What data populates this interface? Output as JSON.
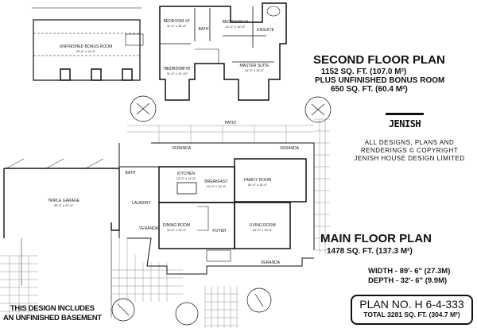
{
  "second_floor": {
    "title": "SECOND FLOOR PLAN",
    "area": "1152 SQ. FT. (107.0 M²)",
    "bonus_line": "PLUS UNFINISHED BONUS ROOM",
    "bonus_area": "650 SQ. FT. (60.4 M²)",
    "rooms": [
      {
        "name": "UNFINISHED BONUS ROOM",
        "dim": "22'-0\" x 14'-0\""
      },
      {
        "name": "BEDROOM #3",
        "dim": "11'-4\" x 10'-8\""
      },
      {
        "name": "BEDROOM #4",
        "dim": "11'-0\" x 10'-8\""
      },
      {
        "name": "BEDROOM #2",
        "dim": "11'-4\" x 11'-10\""
      },
      {
        "name": "MASTER SUITE",
        "dim": "14'-0\" x 14'-0\""
      },
      {
        "name": "BATH",
        "dim": ""
      },
      {
        "name": "ENSUITE",
        "dim": ""
      }
    ]
  },
  "main_floor": {
    "title": "MAIN FLOOR PLAN",
    "area": "1478 SQ. FT. (137.3 M²)",
    "rooms": [
      {
        "name": "TRIPLE GARAGE",
        "dim": "30'-0\" x 21'-0\""
      },
      {
        "name": "KITCHEN",
        "dim": "12'-0\" x 11'-6\""
      },
      {
        "name": "BREAKFAST",
        "dim": "12'-0\" x 10'-0\""
      },
      {
        "name": "FAMILY ROOM",
        "dim": "16'-0\" x 14'-0\""
      },
      {
        "name": "DINING ROOM",
        "dim": "11'-6\" x 12'-0\""
      },
      {
        "name": "FOYER",
        "dim": ""
      },
      {
        "name": "LIVING ROOM",
        "dim": "14'-0\" x 13'-0\""
      },
      {
        "name": "LAUNDRY",
        "dim": ""
      },
      {
        "name": "BATH",
        "dim": ""
      },
      {
        "name": "VERANDA",
        "dim": ""
      },
      {
        "name": "VERANDA",
        "dim": ""
      },
      {
        "name": "VERANDA",
        "dim": ""
      },
      {
        "name": "VERANDA",
        "dim": ""
      },
      {
        "name": "PATIO",
        "dim": ""
      }
    ]
  },
  "brand": {
    "logo": "JENISH"
  },
  "copyright": [
    "ALL DESIGNS, PLANS AND",
    "RENDERINGS © COPYRIGHT",
    "JENISH HOUSE DESIGN LIMITED"
  ],
  "dimensions": {
    "width": "WIDTH - 89'- 6\"  (27.3M)",
    "depth": "DEPTH - 32'- 6\"  (9.9M)"
  },
  "plan": {
    "number": "PLAN NO.  H 6-4-333",
    "total": "TOTAL  3281 SQ. FT. (304.7 M²)"
  },
  "basement_note": [
    "THIS DESIGN INCLUDES",
    "AN UNFINISHED BASEMENT"
  ]
}
